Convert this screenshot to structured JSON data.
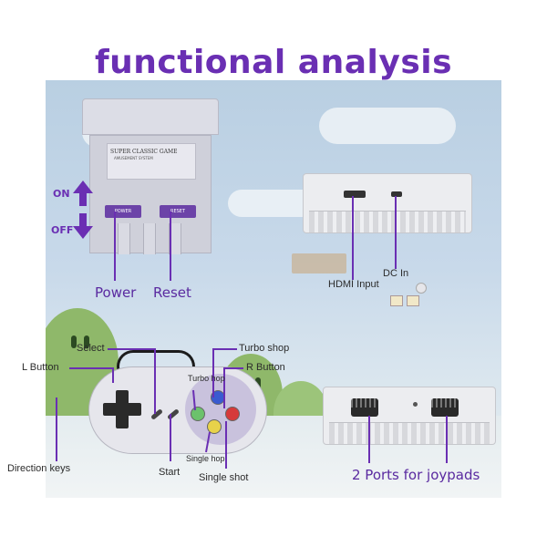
{
  "title": "functional analysis",
  "console": {
    "brand": "SUPER CLASSIC GAME",
    "subbrand": "AMUSEMENT SYSTEM",
    "power_btn": "POWER",
    "reset_btn": "RESET",
    "on_label": "ON",
    "off_label": "OFF",
    "power_label": "Power",
    "reset_label": "Reset"
  },
  "back_view": {
    "hdmi_label": "HDMI Input",
    "dc_label": "DC In"
  },
  "front_view": {
    "ports_label": "2 Ports for joypads"
  },
  "controller": {
    "select_label": "Select",
    "l_button_label": "L Button",
    "direction_label": "Direction keys",
    "start_label": "Start",
    "turbo_shop_label": "Turbo shop",
    "turbo_hop_label": "Turbo hop",
    "r_button_label": "R Button",
    "single_hop_label": "Single hop",
    "single_shot_label": "Single shot"
  },
  "colors": {
    "accent": "#6a2fb3",
    "button_blue": "#3a5bd0",
    "button_red": "#d63a3a",
    "button_green": "#6cc26c",
    "button_yellow": "#e8d24a"
  }
}
